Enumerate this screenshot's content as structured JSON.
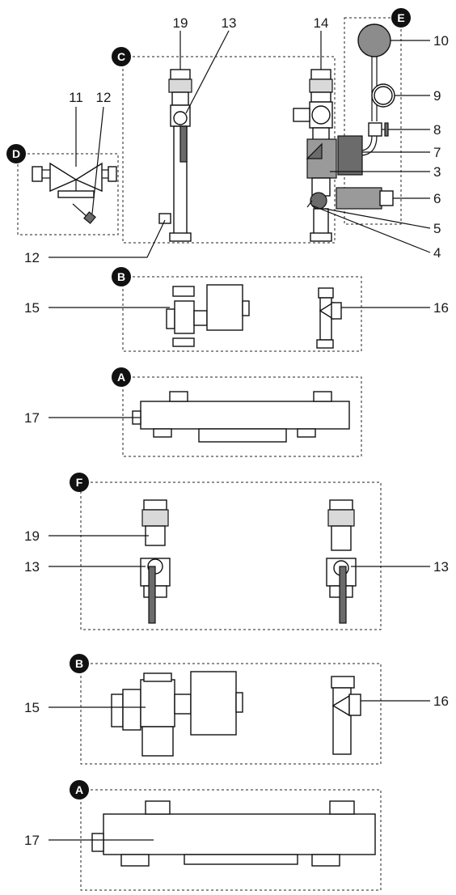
{
  "groups": {
    "A": "A",
    "B": "B",
    "C": "C",
    "D": "D",
    "E": "E",
    "F": "F"
  },
  "labels": {
    "n19_top": "19",
    "n13_top": "13",
    "n14": "14",
    "n10": "10",
    "n11": "11",
    "n12_top": "12",
    "n9": "9",
    "n8": "8",
    "n7": "7",
    "n3": "3",
    "n6": "6",
    "n5": "5",
    "n12_left": "12",
    "n4": "4",
    "n15_b1": "15",
    "n16_b1": "16",
    "n17_a1": "17",
    "n19_f": "19",
    "n13_f_left": "13",
    "n13_f_right": "13",
    "n15_b2": "15",
    "n16_b2": "16",
    "n17_a2": "17"
  }
}
